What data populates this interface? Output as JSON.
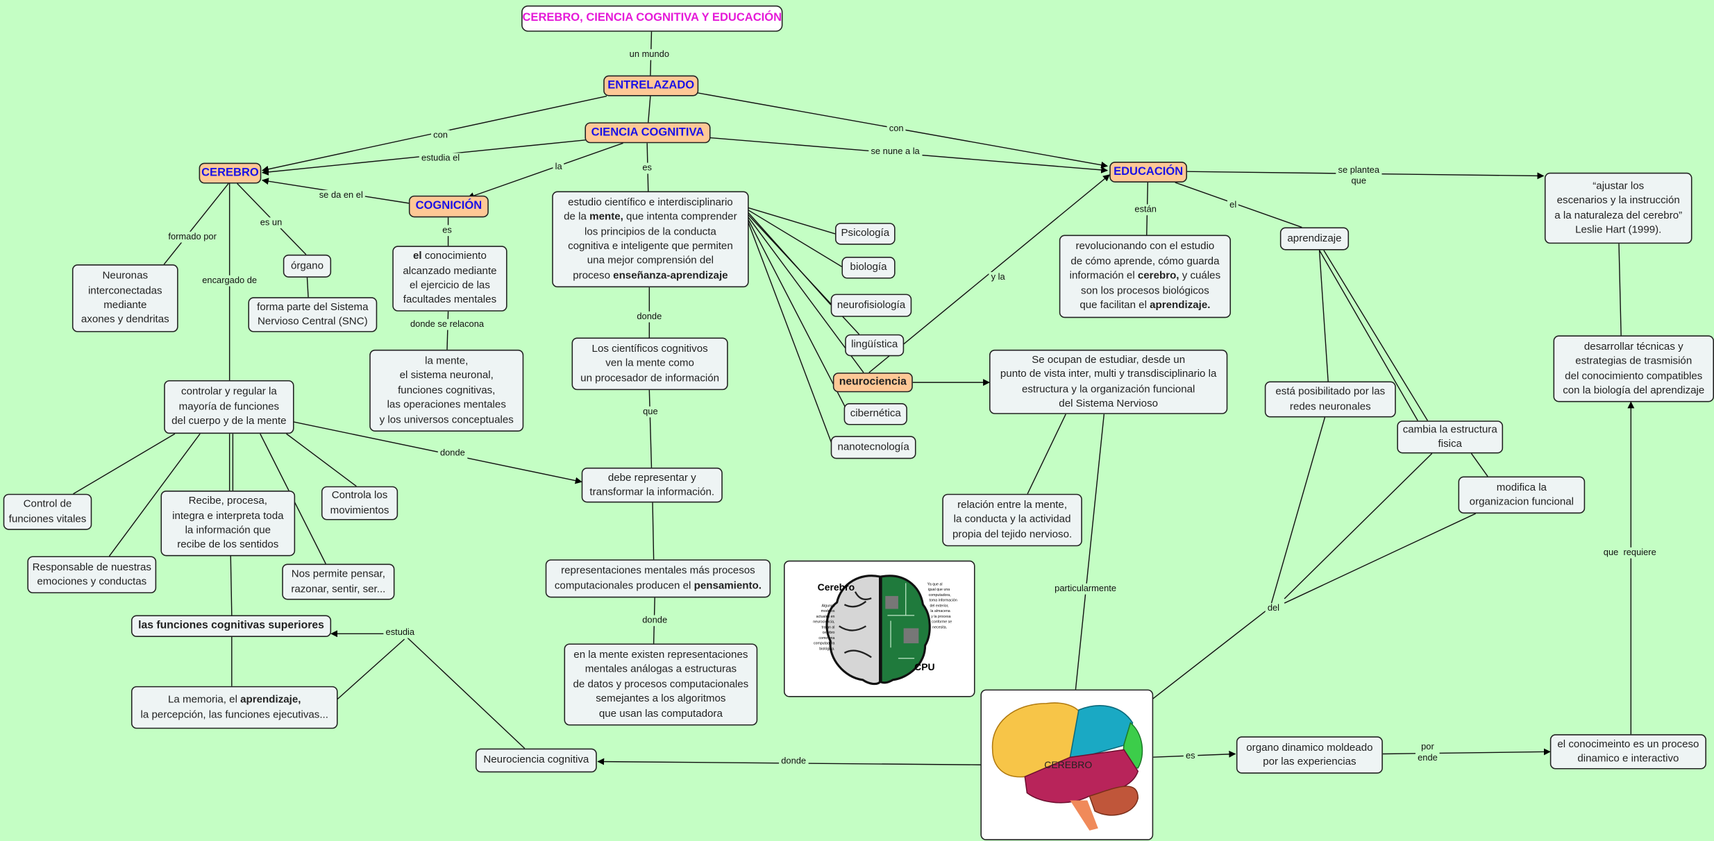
{
  "colors": {
    "background": "#c4fec4",
    "concept_fill": "#fec896",
    "concept_text": "#1a12e6",
    "title_text": "#e51ad8",
    "box_fill": "#eef4f4"
  },
  "nodes": {
    "title": {
      "lines": [
        "CEREBRO, CIENCIA COGNITIVA Y EDUCACIÓN"
      ]
    },
    "entrelazado": {
      "lines": [
        "ENTRELAZADO"
      ]
    },
    "ciencia": {
      "lines": [
        "CIENCIA COGNITIVA"
      ]
    },
    "cerebro": {
      "lines": [
        "CEREBRO"
      ]
    },
    "cognicion": {
      "lines": [
        "COGNICIÓN"
      ]
    },
    "educacion": {
      "lines": [
        "EDUCACIÓN"
      ]
    },
    "estudio": {
      "lines": [
        "estudio científico e interdisciplinario",
        [
          {
            "t": "de la "
          },
          {
            "t": "mente,",
            "b": true
          },
          {
            "t": " que intenta comprender"
          }
        ],
        "los principios de la conducta",
        "cognitiva e inteligente que permiten",
        "una mejor comprensión del",
        [
          {
            "t": "proceso "
          },
          {
            "t": "enseñanza-aprendizaje",
            "b": true
          }
        ]
      ]
    },
    "psicologia": {
      "lines": [
        "Psicología"
      ]
    },
    "biologia": {
      "lines": [
        "biología"
      ]
    },
    "neurofisiologia": {
      "lines": [
        "neurofisiología"
      ]
    },
    "linguistica": {
      "lines": [
        "lingüística"
      ]
    },
    "neurociencia": {
      "lines": [
        "neurociencia"
      ]
    },
    "cibernetica": {
      "lines": [
        "cibernética"
      ]
    },
    "nanotecnologia": {
      "lines": [
        "nanotecnología"
      ]
    },
    "neuronas": {
      "lines": [
        "Neuronas",
        "interconectadas",
        "mediante",
        "axones y dendritas"
      ]
    },
    "organo": {
      "lines": [
        "órgano"
      ]
    },
    "snc": {
      "lines": [
        "forma parte del Sistema",
        "Nervioso Central (SNC)"
      ]
    },
    "conocimiento": {
      "lines": [
        [
          {
            "t": "el",
            "b": true
          },
          {
            "t": " conocimiento"
          }
        ],
        "alcanzado mediante",
        "el ejercicio de las",
        "facultades mentales"
      ]
    },
    "mente": {
      "lines": [
        "la  mente,",
        "el sistema neuronal,",
        "funciones cognitivas,",
        "las operaciones mentales",
        "y  los universos conceptuales"
      ]
    },
    "cientificos": {
      "lines": [
        "Los científicos cognitivos",
        "ven la mente como",
        "un procesador de información"
      ]
    },
    "controlar": {
      "lines": [
        "controlar y regular la",
        "mayoría de funciones",
        "del cuerpo y de la mente"
      ]
    },
    "vitales": {
      "lines": [
        "Control de",
        "funciones vitales"
      ]
    },
    "recibe": {
      "lines": [
        "Recibe, procesa,",
        "integra e interpreta toda",
        "la información que",
        "recibe de los sentidos"
      ]
    },
    "movimientos": {
      "lines": [
        "Controla los",
        "movimientos"
      ]
    },
    "emociones": {
      "lines": [
        "Responsable de nuestras",
        "emociones y conductas"
      ]
    },
    "pensar": {
      "lines": [
        "Nos permite pensar,",
        "razonar, sentir, ser..."
      ]
    },
    "superiores": {
      "lines": [
        "las funciones cognitivas superiores"
      ]
    },
    "memoria": {
      "lines": [
        [
          {
            "t": "La memoria, el "
          },
          {
            "t": "aprendizaje,",
            "b": true
          }
        ],
        "la percepción, las funciones ejecutivas..."
      ]
    },
    "debe": {
      "lines": [
        "debe representar y",
        "transformar la información."
      ]
    },
    "representaciones": {
      "lines": [
        "representaciones mentales más procesos",
        [
          {
            "t": "computacionales producen el "
          },
          {
            "t": "pensamiento.",
            "b": true
          }
        ]
      ]
    },
    "analogas": {
      "lines": [
        "en la mente existen representaciones",
        "mentales análogas a estructuras",
        "de datos y procesos computacionales",
        "semejantes a los algoritmos",
        "que usan las computadora"
      ]
    },
    "neurocog": {
      "lines": [
        "Neurociencia cognitiva"
      ]
    },
    "ocupan": {
      "lines": [
        "Se ocupan de estudiar, desde un",
        "punto de vista inter, multi y transdisciplinario la",
        "estructura y la organización funcional",
        "del Sistema Nervioso"
      ]
    },
    "relacion": {
      "lines": [
        "relación entre la mente,",
        "la conducta y la actividad",
        "propia del tejido nervioso."
      ]
    },
    "revolucionando": {
      "lines": [
        "revolucionando con el estudio",
        "de cómo aprende, cómo guarda",
        [
          {
            "t": "información el "
          },
          {
            "t": "cerebro,",
            "b": true
          },
          {
            "t": " y cuáles"
          }
        ],
        "son los procesos biológicos",
        [
          {
            "t": "que facilitan el "
          },
          {
            "t": "aprendizaje.",
            "b": true
          }
        ]
      ]
    },
    "aprendizaje": {
      "lines": [
        "aprendizaje"
      ]
    },
    "ajustar": {
      "lines": [
        "“ajustar los",
        "escenarios y la instrucción",
        "a la naturaleza del cerebro”",
        "Leslie Hart (1999)."
      ]
    },
    "desarrollar": {
      "lines": [
        "desarrollar técnicas y",
        "estrategias de trasmisión",
        "del conocimiento compatibles",
        "con la biología del aprendizaje"
      ]
    },
    "posibilitado": {
      "lines": [
        "está posibilitado por las",
        "redes neuronales"
      ]
    },
    "cambia": {
      "lines": [
        "cambia la estructura",
        "fisica"
      ]
    },
    "modifica": {
      "lines": [
        "modifica la",
        "organizacion funcional"
      ]
    },
    "dinamico": {
      "lines": [
        "organo dinamico moldeado",
        "por las experiencias"
      ]
    },
    "interactivo": {
      "lines": [
        "el conocimeinto es un proceso",
        "dinamico e interactivo"
      ]
    }
  },
  "images": {
    "brain_cpu": {
      "left_label": "Cerebro",
      "right_label": "CPU",
      "left_note": [
        "Algunos",
        "modelos",
        "actuales en",
        "neurociencia,",
        "tratan al",
        "cerebro",
        "como una",
        "computadora",
        "biológica."
      ],
      "right_note": [
        "Ya que al",
        "igual que una",
        "computadora,",
        "toma información",
        "del exterior,",
        "la almacena",
        "y la procesa",
        "conforme se",
        "necesita."
      ]
    },
    "brain_color": {
      "label": "CEREBRO"
    }
  },
  "edge_labels": {
    "un_mundo": "un mundo",
    "con_1": "con",
    "con_2": "con",
    "estudia_el": "estudia el",
    "la": "la",
    "es_1": "es",
    "se_nune": "se nune a la",
    "se_da": "se da en el",
    "formado": "formado por",
    "es_un": "es un",
    "encargado": "encargado de",
    "es_2": "es",
    "donde_relacona": "donde se relacona",
    "donde_1": "donde",
    "que_1": "que",
    "donde_2": "donde",
    "donde_3": "donde",
    "y_la": "y la",
    "estan": "están",
    "el": "el",
    "se_plantea": "se plantea\nque",
    "que_requiere": "que  requiere",
    "del": "del",
    "particularmente": "particularmente",
    "donde_4": "donde",
    "es_3": "es",
    "por_ende": "por\nende",
    "estudia": "estudia"
  }
}
